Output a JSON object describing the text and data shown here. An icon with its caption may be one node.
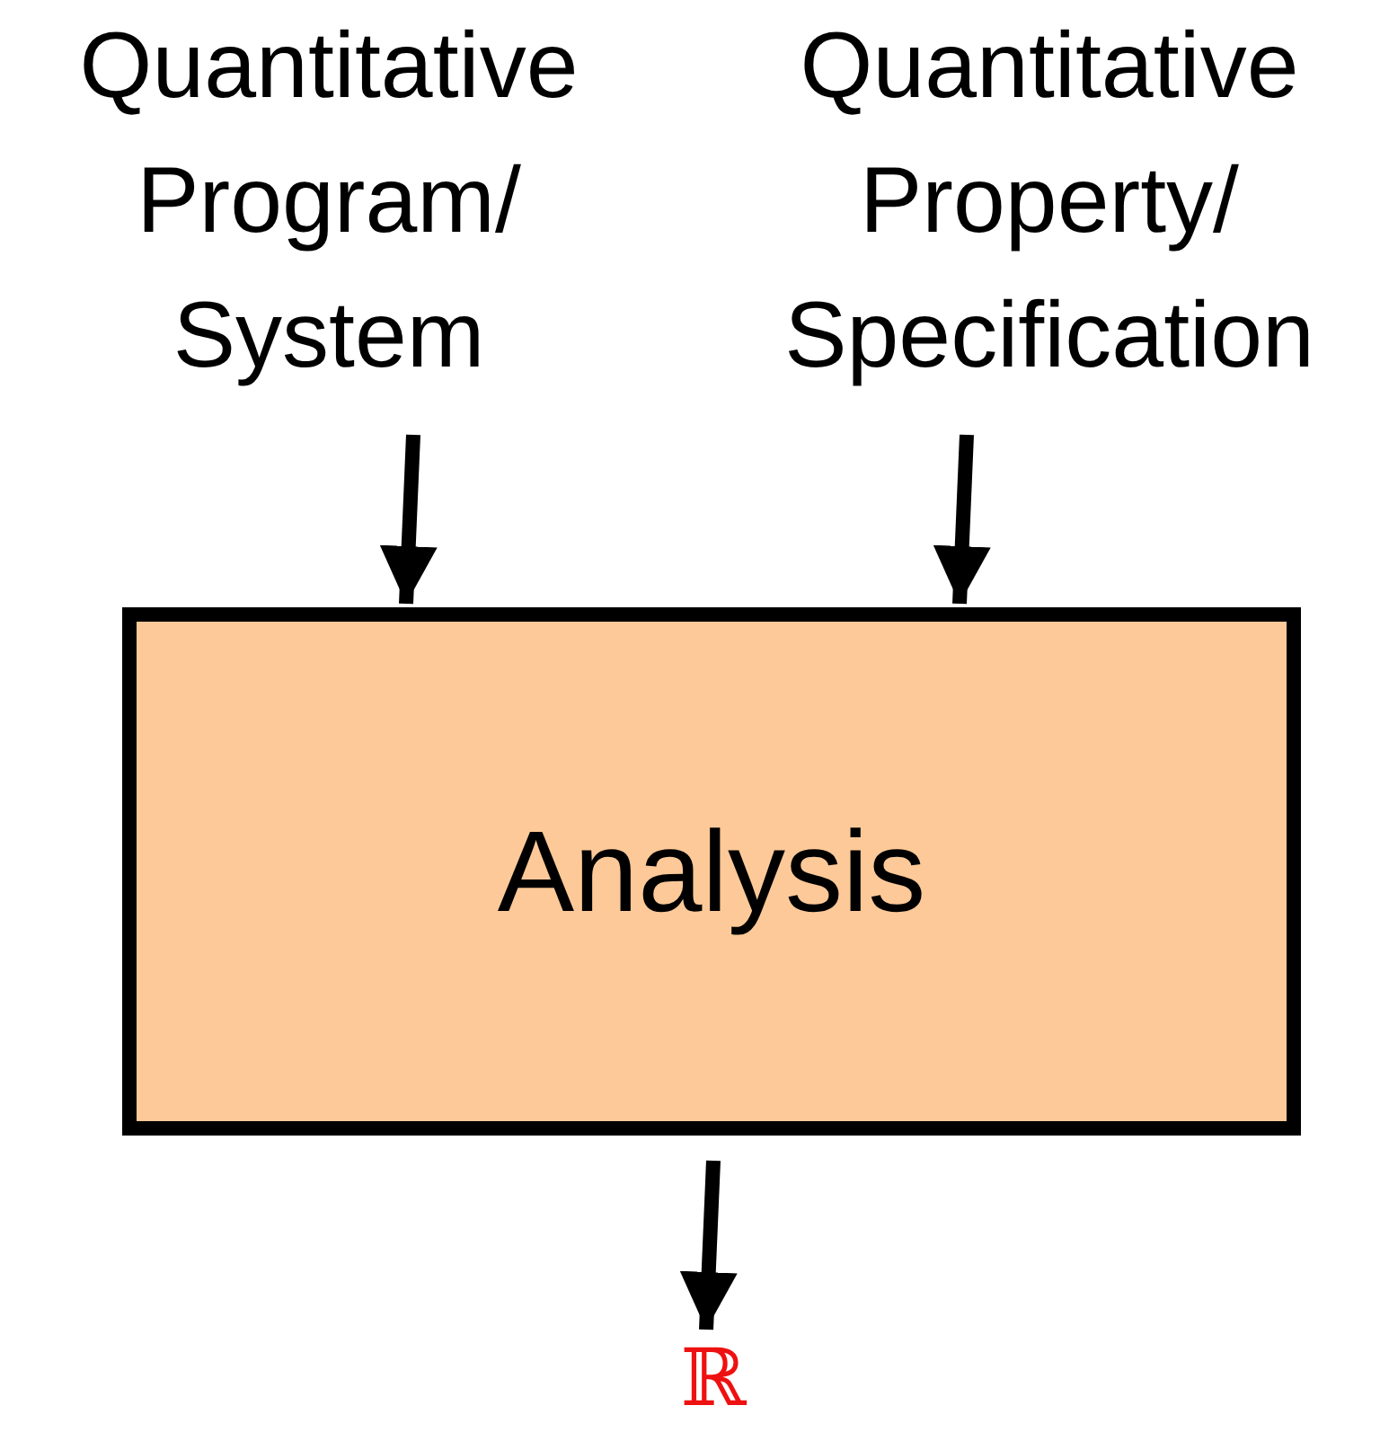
{
  "diagram": {
    "nodes": [
      {
        "text": [
          "Quantitative Program/ System"
        ]
      },
      {
        "text": [
          "Quantitative Property/ Specification"
        ]
      },
      {
        "text": [
          "Analysis"
        ]
      },
      {
        "text": [
          "ℝ"
        ]
      }
    ],
    "edges": [
      {
        "from": 0,
        "to": 2,
        "arrow": "to"
      },
      {
        "from": 1,
        "to": 2,
        "arrow": "to"
      },
      {
        "from": 2,
        "to": 3,
        "arrow": "to"
      }
    ]
  }
}
